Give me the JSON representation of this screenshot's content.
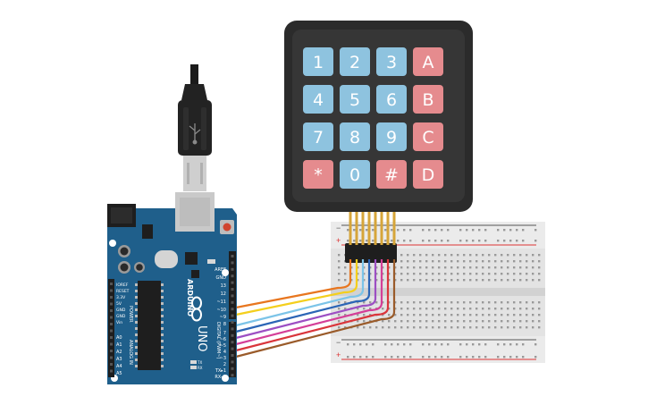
{
  "colors": {
    "keypad_body": "#2b2b2b",
    "key_blue": "#8ec3df",
    "key_red": "#e58b8e",
    "arduino_blue": "#1f5f8b",
    "breadboard": "#e3e3e3",
    "wire_colors": [
      "#e8761f",
      "#f4cf1d",
      "#7cc4e8",
      "#2b65b6",
      "#9c4fc3",
      "#d43f98",
      "#d9353b",
      "#9a5b2a"
    ]
  },
  "keypad": {
    "rows": [
      [
        {
          "label": "1",
          "tone": "blue"
        },
        {
          "label": "2",
          "tone": "blue"
        },
        {
          "label": "3",
          "tone": "blue"
        },
        {
          "label": "A",
          "tone": "red"
        }
      ],
      [
        {
          "label": "4",
          "tone": "blue"
        },
        {
          "label": "5",
          "tone": "blue"
        },
        {
          "label": "6",
          "tone": "blue"
        },
        {
          "label": "B",
          "tone": "red"
        }
      ],
      [
        {
          "label": "7",
          "tone": "blue"
        },
        {
          "label": "8",
          "tone": "blue"
        },
        {
          "label": "9",
          "tone": "blue"
        },
        {
          "label": "C",
          "tone": "red"
        }
      ],
      [
        {
          "label": "*",
          "tone": "red"
        },
        {
          "label": "0",
          "tone": "blue"
        },
        {
          "label": "#",
          "tone": "red"
        },
        {
          "label": "D",
          "tone": "red"
        }
      ]
    ]
  },
  "arduino": {
    "brand": "ARDUINO",
    "model": "UNO",
    "header_top_labels": [
      "AREF",
      "GND",
      "13",
      "12",
      "~11",
      "~10",
      "~9",
      "8"
    ],
    "header_bottom_labels": [
      "7",
      "~6",
      "~5",
      "4",
      "~3",
      "2",
      "TX▸1",
      "RX◂0"
    ],
    "digital_label": "DIGITAL (PWM~)",
    "power_pins": [
      "IOREF",
      "RESET",
      "3.3V",
      "5V",
      "GND",
      "GND",
      "Vin"
    ],
    "power_label": "POWER",
    "analog_pins": [
      "A0",
      "A1",
      "A2",
      "A3",
      "A4",
      "A5"
    ],
    "analog_label": "ANALOG IN",
    "tx_label": "TX",
    "rx_label": "RX"
  },
  "breadboard": {
    "top_rail_signs": [
      "−",
      "+"
    ],
    "bottom_rail_signs": [
      "−",
      "+"
    ]
  }
}
